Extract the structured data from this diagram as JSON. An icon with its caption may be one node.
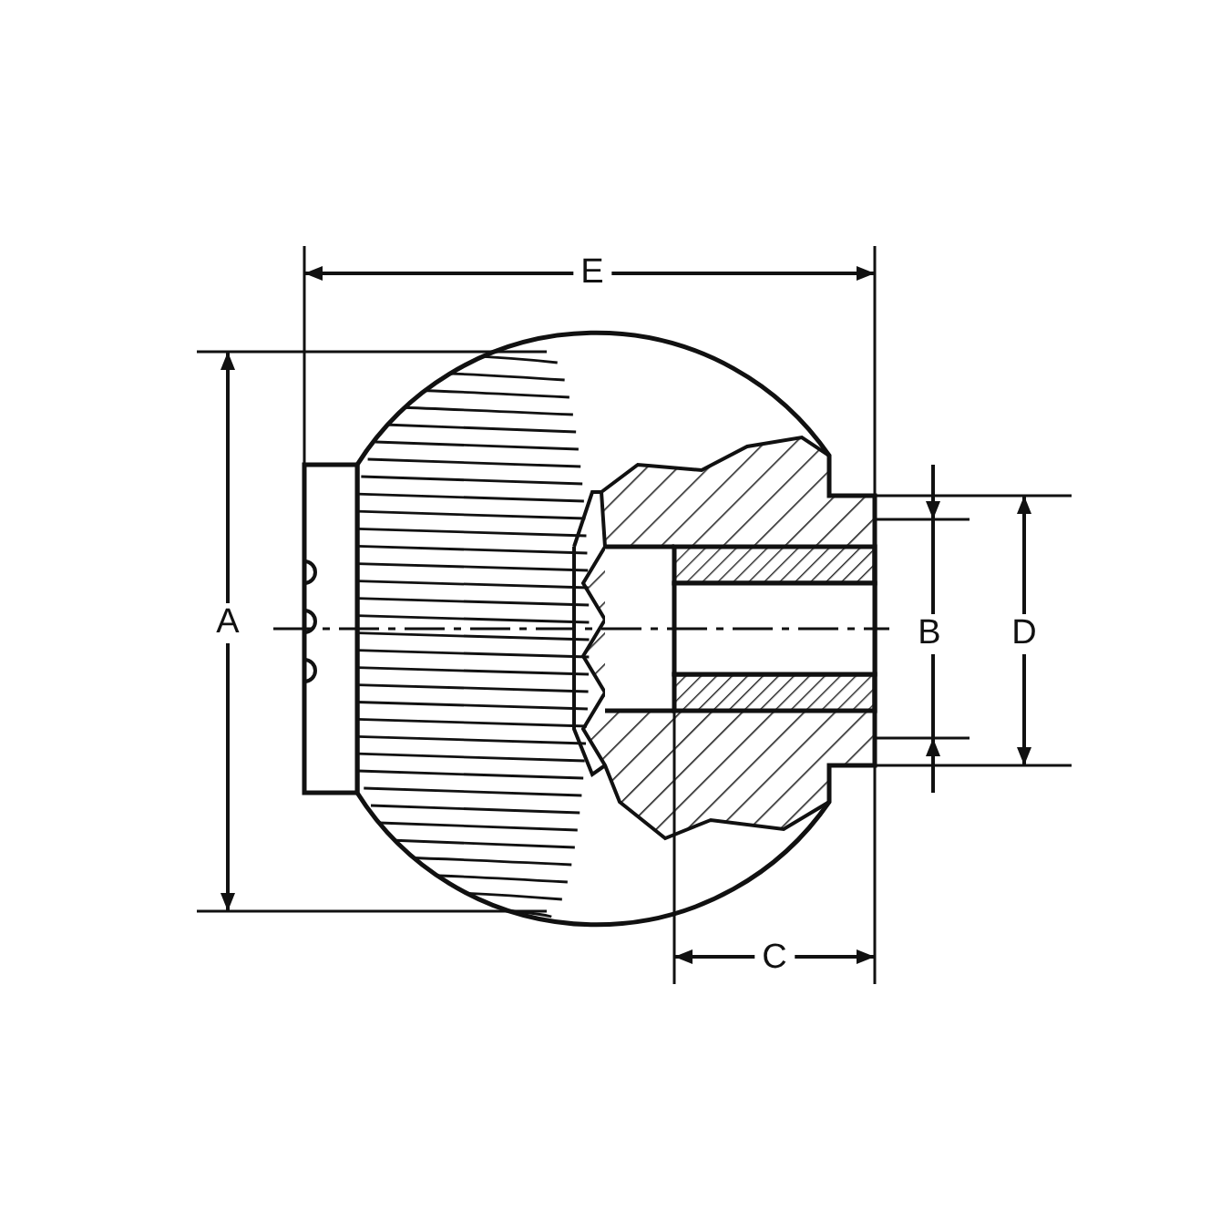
{
  "diagram": {
    "labels": [
      "E",
      "A",
      "B",
      "D",
      "C"
    ]
  }
}
